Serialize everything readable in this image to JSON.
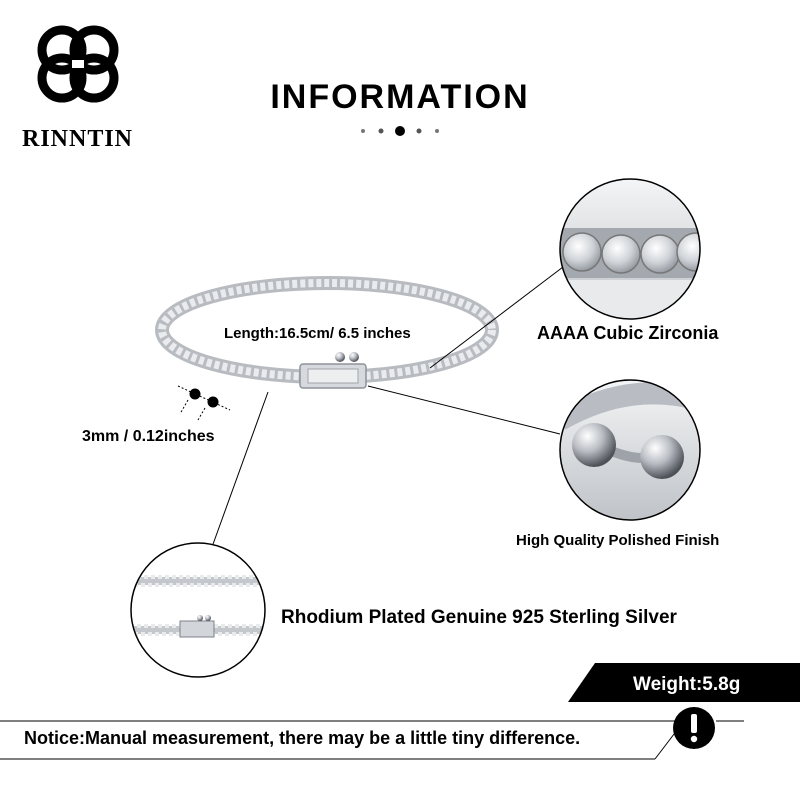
{
  "brand": {
    "name": "RINNTIN",
    "logo_icon": "rinntin-clover-logo-icon"
  },
  "header": {
    "title": "INFORMATION",
    "active_dot_index": 2,
    "dot_count": 5
  },
  "labels": {
    "length": "Length:16.5cm/ 6.5 inches",
    "stone": "AAAA Cubic Zirconia",
    "width": "3mm / 0.12inches",
    "finish": "High Quality Polished Finish",
    "material": "Rhodium Plated Genuine 925 Sterling Silver",
    "weight": "Weight:5.8g",
    "notice": "Notice:Manual measurement, there may be a little tiny difference."
  },
  "icons": {
    "notice": "exclamation-icon"
  },
  "colors": {
    "text": "#000000",
    "banner": "#000000",
    "banner_text": "#ffffff",
    "silver": "#c9ccd1"
  }
}
